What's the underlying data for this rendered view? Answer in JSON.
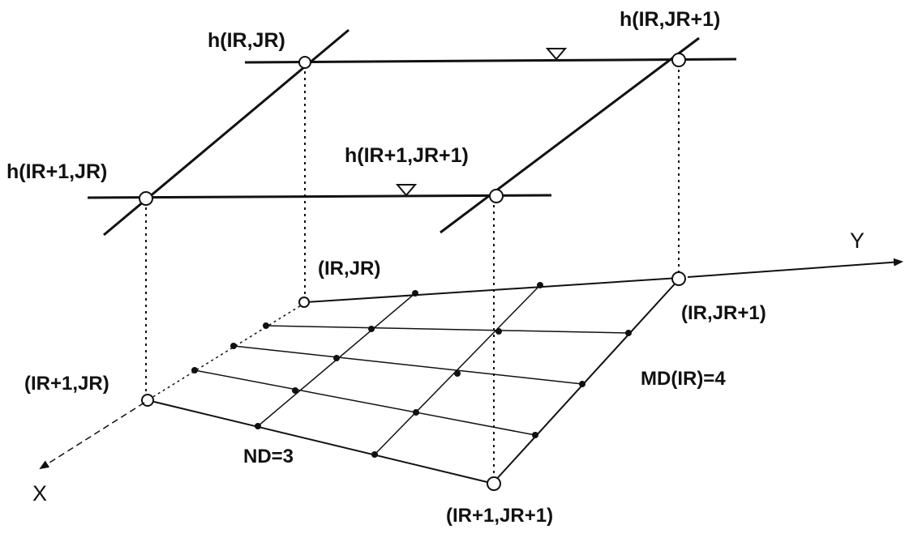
{
  "diagram": {
    "water_level_labels": {
      "h_ir_jr": "h(IR,JR)",
      "h_ir_jr1": "h(IR,JR+1)",
      "h_ir1_jr": "h(IR+1,JR)",
      "h_ir1_jr1": "h(IR+1,JR+1)"
    },
    "grid_labels": {
      "ir_jr": "(IR,JR)",
      "ir_jr1": "(IR,JR+1)",
      "ir1_jr": "(IR+1,JR)",
      "ir1_jr1": "(IR+1,JR+1)"
    },
    "subdivision_labels": {
      "md": "MD(IR)=4",
      "nd": "ND=3"
    },
    "axes": {
      "y": "Y",
      "x": "X"
    },
    "colors": {
      "ink": "#111111",
      "background": "#ffffff"
    }
  }
}
